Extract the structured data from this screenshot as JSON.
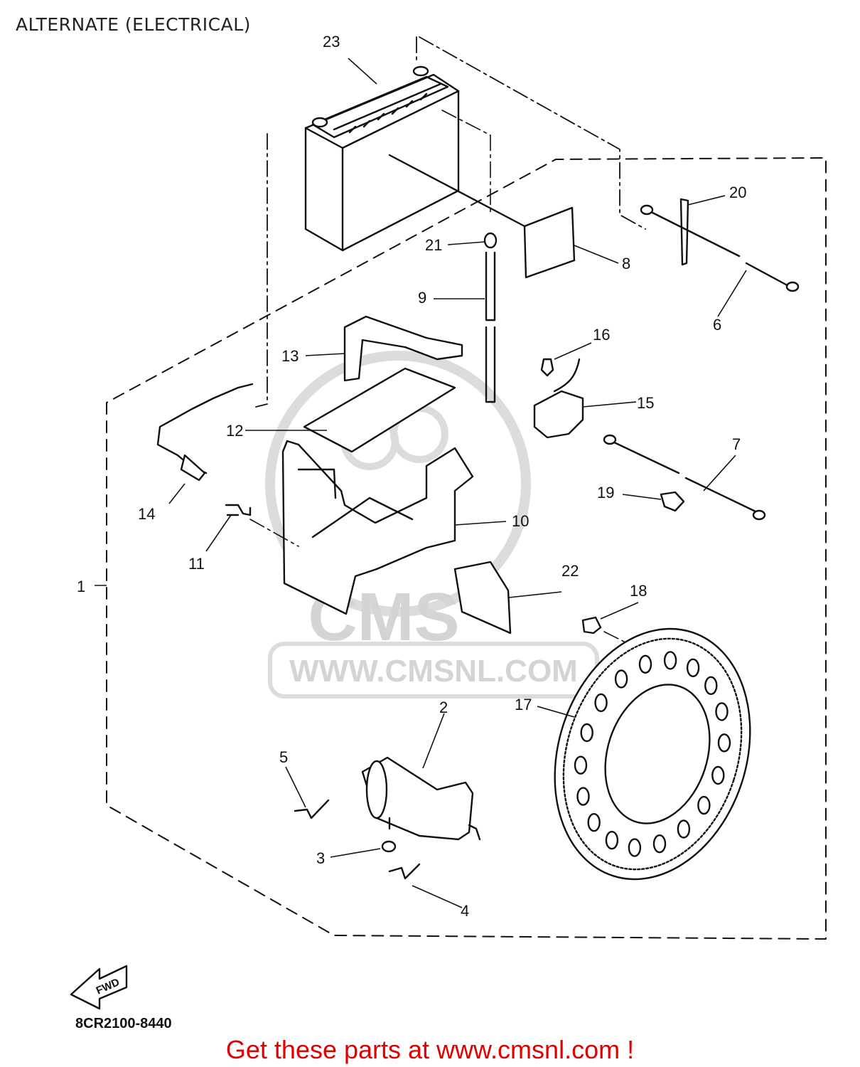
{
  "title": "ALTERNATE (ELECTRICAL)",
  "drawing_code": "8CR2100-8440",
  "promo": "Get these parts at www.cmsnl.com !",
  "watermark": {
    "brand": "CMS",
    "url": "WWW.CMSNL.COM"
  },
  "direction_arrow": "FWD",
  "callouts": [
    "1",
    "2",
    "3",
    "4",
    "5",
    "6",
    "7",
    "8",
    "9",
    "10",
    "11",
    "12",
    "13",
    "14",
    "15",
    "16",
    "17",
    "18",
    "19",
    "20",
    "21",
    "22",
    "23"
  ],
  "colors": {
    "line": "#111111",
    "promo": "#e00000",
    "watermark": "#d4d4d4"
  }
}
